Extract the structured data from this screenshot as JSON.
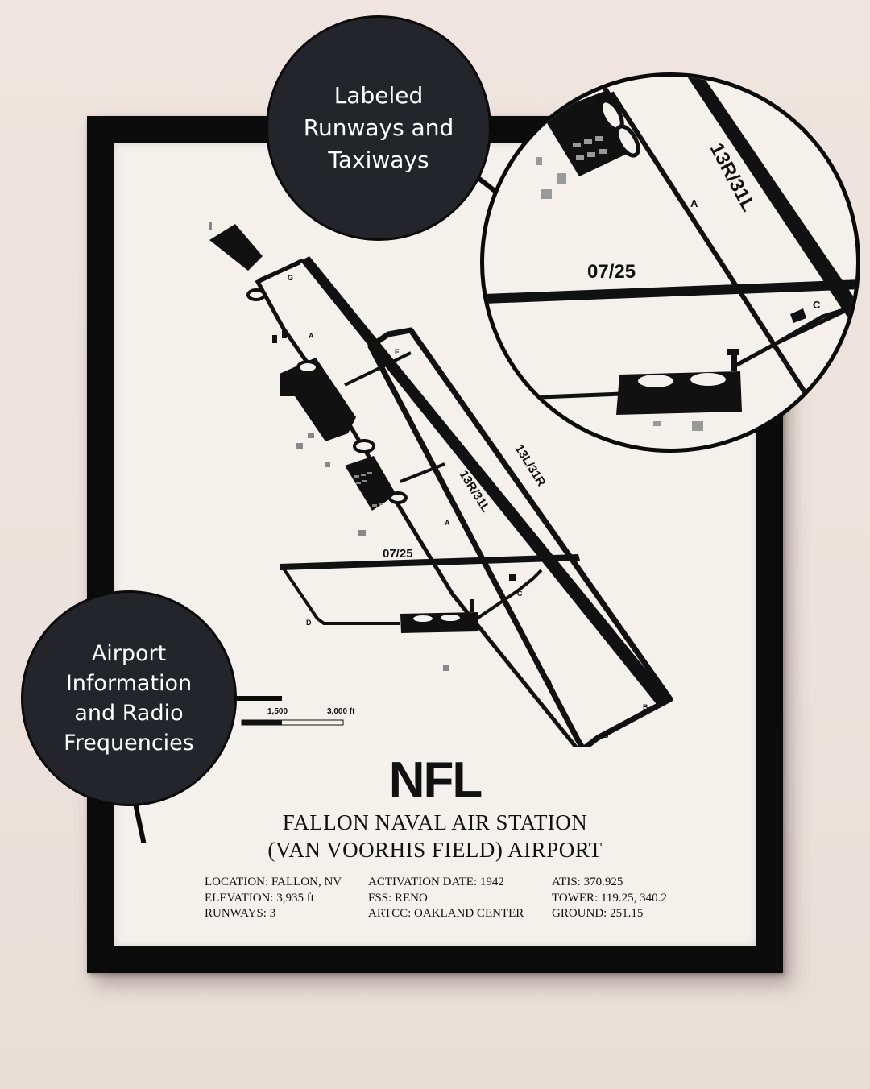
{
  "badges": {
    "runways": [
      "Labeled",
      "Runways and",
      "Taxiways"
    ],
    "info": [
      "Airport",
      "Information",
      "and Radio",
      "Frequencies"
    ]
  },
  "map": {
    "runways": [
      "13L/31R",
      "13R/31L",
      "07/25"
    ],
    "taxiways": [
      "G",
      "A",
      "F",
      "E",
      "A",
      "C",
      "D",
      "A",
      "B",
      "B"
    ],
    "scale": {
      "mid": "1,500",
      "end": "3,000 ft"
    }
  },
  "zoom": {
    "runway_main": "13R/31L",
    "runway_cross": "07/25",
    "taxi_a": "A",
    "taxi_c": "C"
  },
  "poster": {
    "code": "NFL",
    "name_line1": "FALLON NAVAL AIR STATION",
    "name_line2": "(VAN VOORHIS FIELD) AIRPORT",
    "info": {
      "location": "LOCATION: FALLON, NV",
      "elevation": "ELEVATION: 3,935 ft",
      "runways": "RUNWAYS: 3",
      "activation": "ACTIVATION DATE: 1942",
      "fss": "FSS: RENO",
      "artcc": "ARTCC: OAKLAND CENTER",
      "atis": "ATIS: 370.925",
      "tower": "TOWER: 119.25, 340.2",
      "ground": "GROUND: 251.15"
    }
  },
  "colors": {
    "badge": "#24252b",
    "frame": "#0b0b0b",
    "paper": "#f4f1ec",
    "wall": "#ede2dd"
  }
}
